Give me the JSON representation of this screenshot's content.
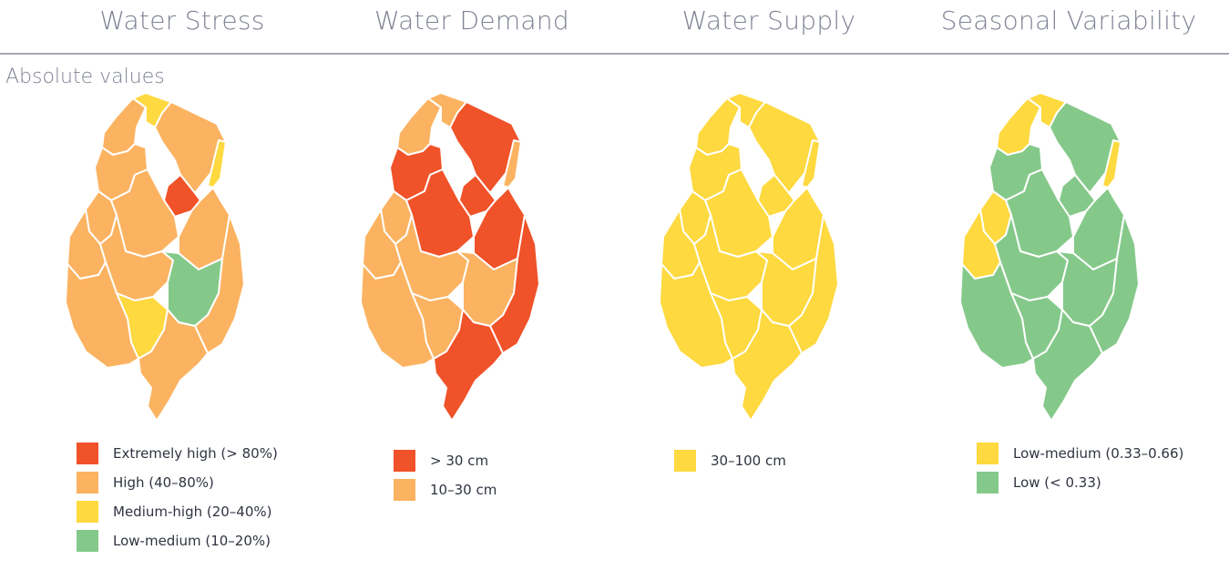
{
  "colors": {
    "extremely_high": "#f05229",
    "high": "#fbb361",
    "medium_high": "#fed93f",
    "low_medium_green": "#85c98a",
    "yellow": "#fed93f",
    "green": "#85c98a"
  },
  "header": {
    "titles": [
      "Water Stress",
      "Water Demand",
      "Water Supply",
      "Seasonal Variability"
    ]
  },
  "subtitle": "Absolute values",
  "regions": [
    "r01",
    "r02",
    "r03",
    "r04",
    "r05",
    "r06",
    "r07",
    "r08",
    "r09",
    "r10",
    "r11",
    "r12",
    "r13",
    "r14",
    "r15",
    "r16"
  ],
  "maps": [
    {
      "name": "water-stress",
      "region_levels": [
        "high",
        "medium_high",
        "high",
        "medium_high",
        "high",
        "extremely_high",
        "high",
        "high",
        "high",
        "high",
        "high",
        "low_medium_green",
        "medium_high",
        "high",
        "high",
        "high"
      ],
      "legend": [
        {
          "label": "Extremely high (> 80%)",
          "color": "#f05229"
        },
        {
          "label": "High (40–80%)",
          "color": "#fbb361"
        },
        {
          "label": "Medium-high (20–40%)",
          "color": "#fed93f"
        },
        {
          "label": "Low-medium (10–20%)",
          "color": "#85c98a"
        }
      ]
    },
    {
      "name": "water-demand",
      "region_levels": [
        "high",
        "high",
        "extremely_high",
        "high",
        "extremely_high",
        "extremely_high",
        "high",
        "extremely_high",
        "extremely_high",
        "high",
        "high",
        "high",
        "high",
        "extremely_high",
        "high",
        "extremely_high"
      ],
      "legend": [
        {
          "label": "> 30 cm",
          "color": "#f05229"
        },
        {
          "label": "10–30 cm",
          "color": "#fbb361"
        }
      ]
    },
    {
      "name": "water-supply",
      "region_levels": [
        "yellow",
        "yellow",
        "yellow",
        "yellow",
        "yellow",
        "yellow",
        "yellow",
        "yellow",
        "yellow",
        "yellow",
        "yellow",
        "yellow",
        "yellow",
        "yellow",
        "yellow",
        "yellow"
      ],
      "legend": [
        {
          "label": "30–100 cm",
          "color": "#fed93f"
        }
      ]
    },
    {
      "name": "seasonal-variability",
      "region_levels": [
        "yellow",
        "yellow",
        "green",
        "yellow",
        "green",
        "green",
        "yellow",
        "green",
        "green",
        "yellow",
        "green",
        "green",
        "green",
        "green",
        "green",
        "green"
      ],
      "legend": [
        {
          "label": "Low-medium (0.33–0.66)",
          "color": "#fed93f"
        },
        {
          "label": "Low (< 0.33)",
          "color": "#85c98a"
        }
      ]
    }
  ]
}
